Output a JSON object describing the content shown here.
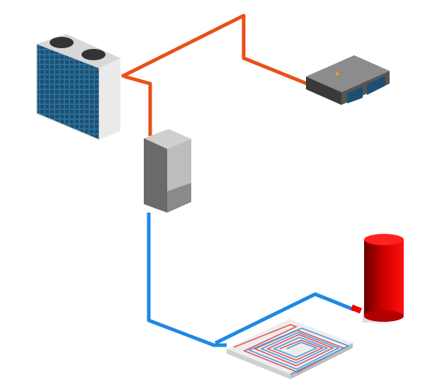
{
  "diagram": {
    "components": [
      "outdoor-unit",
      "indoor-wall-unit",
      "ducted-unit",
      "hot-water-tank",
      "underfloor-heating-slab"
    ],
    "colors": {
      "refrigerant_pipe": "#e8501a",
      "water_pipe": "#1e88e5",
      "tank": "#e00000",
      "hot_loop": "#e05555",
      "cold_loop": "#4a9ae0",
      "unit_grid": "#1f5f8a"
    }
  }
}
